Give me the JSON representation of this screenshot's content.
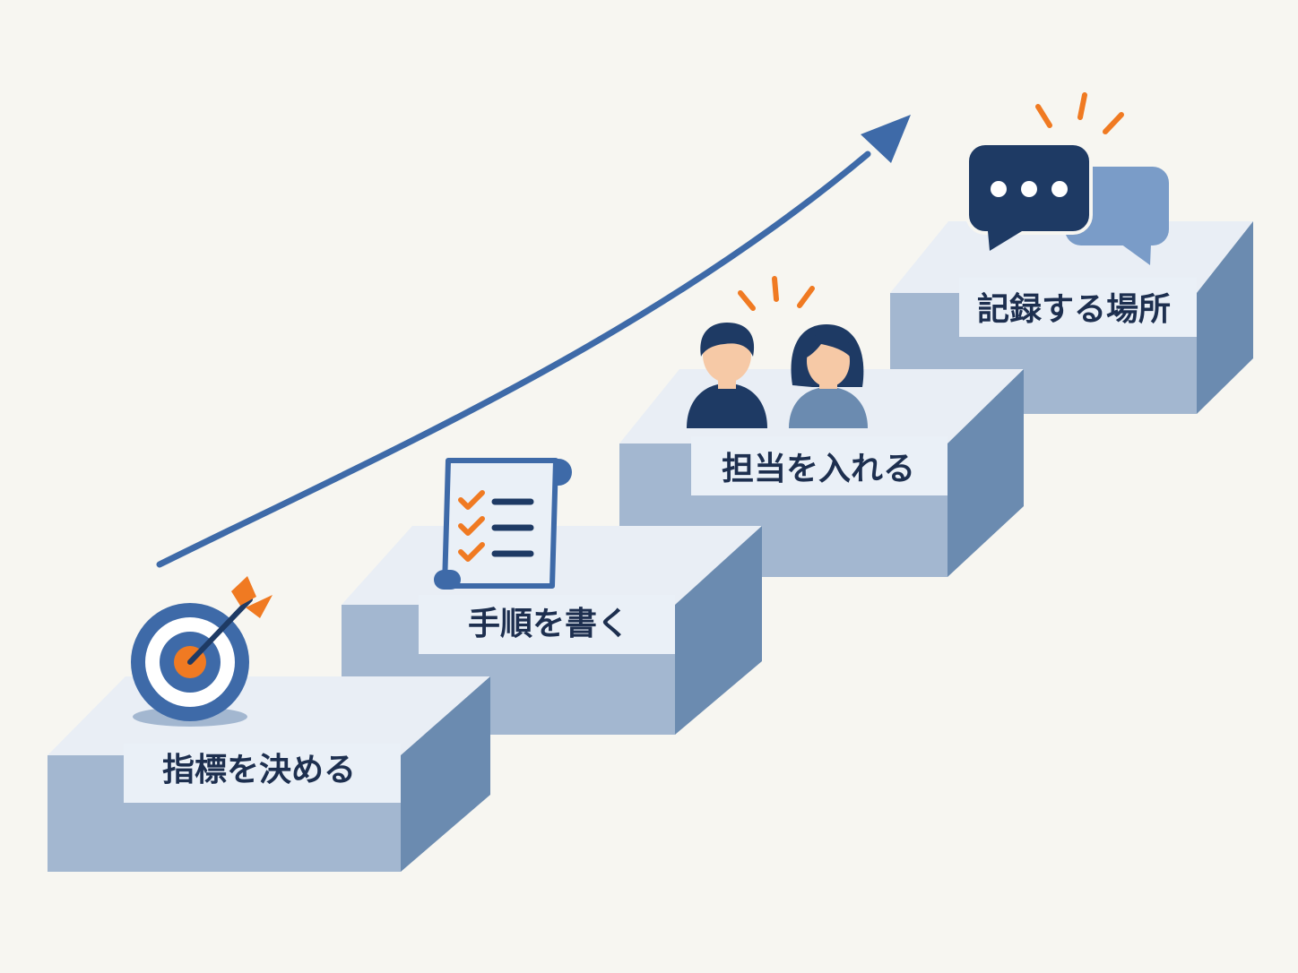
{
  "steps": [
    {
      "label": "指標を決める",
      "icon": "target-icon"
    },
    {
      "label": "手順を書く",
      "icon": "checklist-document-icon"
    },
    {
      "label": "担当を入れる",
      "icon": "people-icon"
    },
    {
      "label": "記録する場所",
      "icon": "chat-bubbles-icon"
    }
  ],
  "arrow": {
    "icon": "upward-trend-arrow"
  },
  "colors": {
    "background": "#f7f6f1",
    "step_top": "#e9eef5",
    "step_front": "#a3b7d0",
    "step_side": "#6b8bb0",
    "label_panel": "#eaf0f7",
    "navy": "#1e3a64",
    "blue": "#3e6aa8",
    "light_blue": "#7a9cc8",
    "orange": "#f07a22",
    "skin": "#f6c9a6"
  }
}
